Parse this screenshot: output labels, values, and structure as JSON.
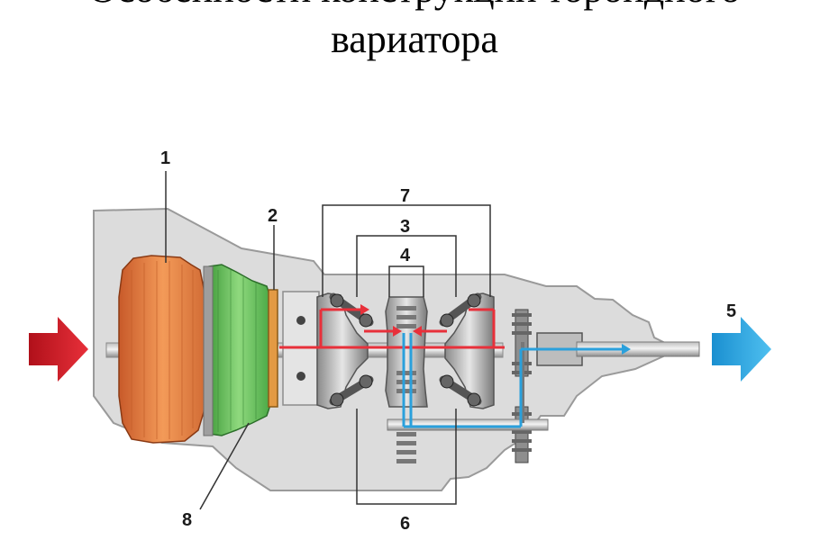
{
  "title": {
    "line1": "Особенности конструкции тороидного",
    "line2": "вариатора"
  },
  "callouts": {
    "c1": "1",
    "c2": "2",
    "c3": "3",
    "c4": "4",
    "c5": "5",
    "c6": "6",
    "c7": "7",
    "c8": "8"
  },
  "colors": {
    "housing": "#dcdcdc",
    "converter_orange": "#e8864a",
    "converter_green": "#6cbf5e",
    "clutch_disc": "#e39a44",
    "input_arrow": "#d8202a",
    "output_arrow": "#1aa0de",
    "power_flow_in": "#e8303a",
    "power_flow_out": "#2aa0dc"
  }
}
